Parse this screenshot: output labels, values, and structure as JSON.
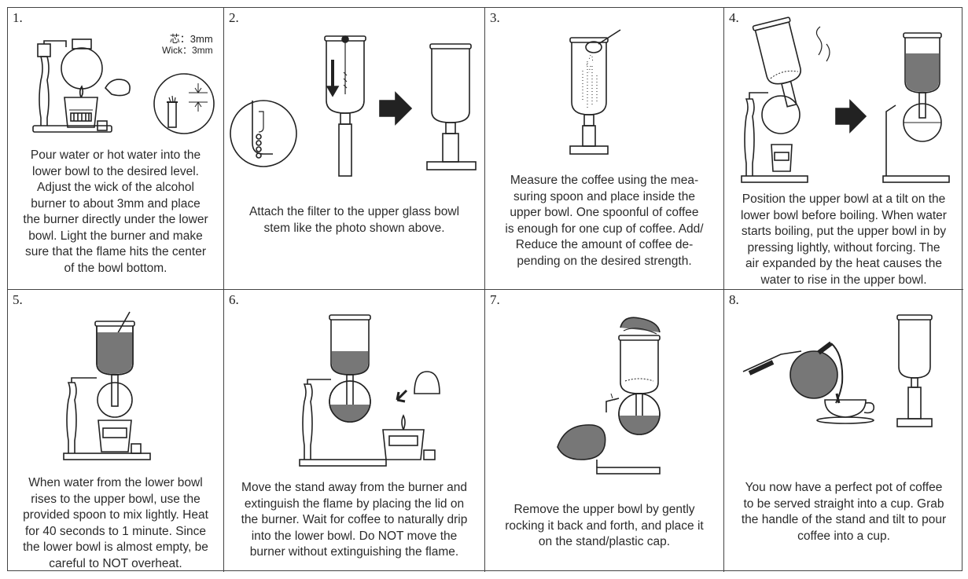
{
  "steps": [
    {
      "number": "1.",
      "illustration": "alcohol-burner-wick-diagram",
      "wick_labels": [
        "芯：3mm",
        "Wick：3mm"
      ],
      "lines": [
        "Pour water or hot water into the",
        "lower bowl to the desired level.",
        "Adjust the wick of the alcohol",
        "burner to about 3mm and place",
        "the burner directly under the lower",
        "bowl. Light the burner and make",
        "sure that the flame hits the center",
        "of the bowl bottom."
      ]
    },
    {
      "number": "2.",
      "illustration": "attach-filter-diagram",
      "lines": [
        "Attach the filter to the upper glass bowl",
        "stem like the photo shown above."
      ]
    },
    {
      "number": "3.",
      "illustration": "measure-coffee-diagram",
      "lines": [
        "Measure the coffee using the mea-",
        "suring spoon and place inside the",
        "upper bowl. One spoonful of coffee",
        "is enough for one cup of coffee. Add/",
        "Reduce the amount of coffee de-",
        "pending on the desired strength."
      ]
    },
    {
      "number": "4.",
      "illustration": "tilt-upper-bowl-diagram",
      "lines": [
        "Position the upper bowl at a tilt on the",
        "lower bowl before boiling. When water",
        "starts boiling, put the upper bowl in by",
        "pressing lightly, without forcing. The",
        "air expanded by the heat causes the",
        "water to rise in the upper bowl."
      ]
    },
    {
      "number": "5.",
      "illustration": "stir-coffee-diagram",
      "lines": [
        "When water from the lower bowl",
        "rises to the upper bowl, use the",
        "provided spoon to mix lightly. Heat",
        "for 40 seconds to 1 minute. Since",
        "the lower bowl is almost empty, be",
        "careful to NOT overheat."
      ]
    },
    {
      "number": "6.",
      "illustration": "extinguish-flame-diagram",
      "lines": [
        "Move the stand away from the burner and",
        "extinguish the flame by placing the lid on",
        "the burner. Wait for coffee to naturally drip",
        "into the lower bowl. Do NOT move the",
        "burner without extinguishing the flame."
      ]
    },
    {
      "number": "7.",
      "illustration": "remove-upper-bowl-diagram",
      "lines": [
        "Remove the upper bowl by gently",
        "rocking it back and forth, and place it",
        "on the stand/plastic cap."
      ]
    },
    {
      "number": "8.",
      "illustration": "pour-coffee-diagram",
      "lines": [
        "You now have a perfect pot of coffee",
        "to be served straight into a cup. Grab",
        "the handle of the stand and tilt to pour",
        "coffee into a cup."
      ]
    }
  ]
}
